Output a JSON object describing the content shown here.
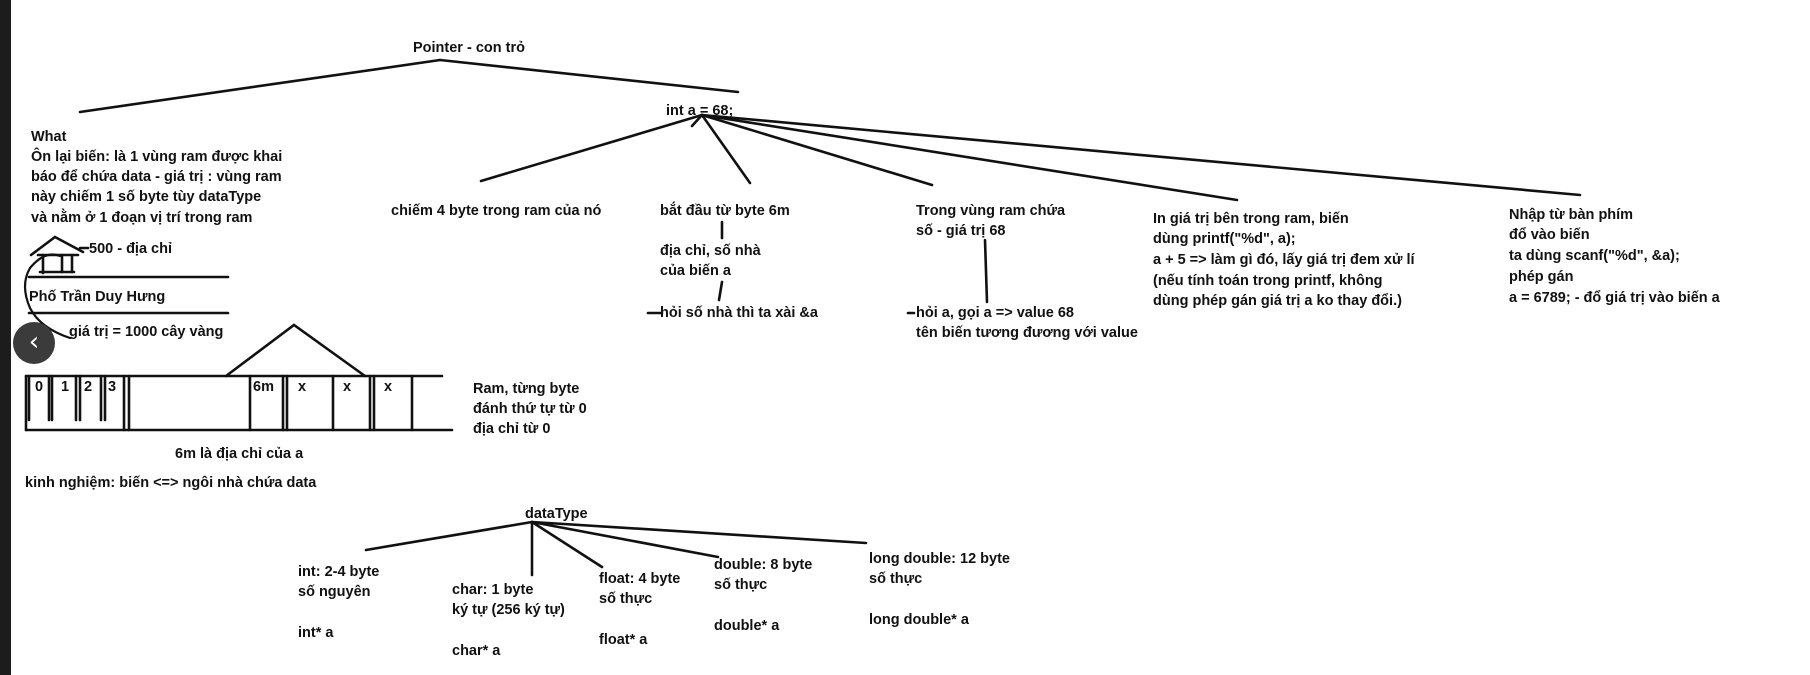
{
  "title": "Pointer - con trỏ",
  "root": "int a = 68;",
  "what": {
    "lines": [
      "What",
      "Ôn lại biến: là 1 vùng ram được khai",
      "báo để chứa data - giá trị : vùng ram",
      "này chiếm 1 số byte tùy dataType",
      "và nằm ở 1 đoạn vị trí trong ram"
    ],
    "address": "500 - địa chỉ",
    "street": "Phố Trần Duy Hưng",
    "value": "giá trị = 1000 cây vàng"
  },
  "ram": {
    "cells": [
      "0",
      "1",
      "2",
      "3",
      "6m",
      "x",
      "x",
      "x"
    ],
    "caption": [
      "Ram, từng byte",
      "đánh thứ tự từ 0",
      "địa chỉ từ 0"
    ],
    "address_note": "6m là địa chỉ của a",
    "experience": "kinh nghiệm: biến <=> ngôi nhà chứa data"
  },
  "branches": {
    "size": "chiếm 4 byte trong ram của nó",
    "start": [
      "bắt đầu từ byte 6m",
      "",
      "địa chỉ, số nhà",
      "của biến a"
    ],
    "start_ask": "hỏi số nhà thì ta xài &a",
    "contains": [
      "Trong vùng ram chứa",
      "số - giá trị 68"
    ],
    "contains_ask": [
      "hỏi a, gọi a => value 68",
      "tên biến tương đương với value"
    ],
    "print": [
      "In giá trị bên trong ram, biến",
      "dùng printf(\"%d\", a);",
      "a + 5 => làm gì đó, lấy giá trị đem xử lí",
      "(nếu tính toán trong printf, không",
      "dùng phép gán giá trị a ko thay đổi.)"
    ],
    "input": [
      "Nhập từ bàn phím",
      "đổ vào biến",
      "ta dùng scanf(\"%d\", &a);",
      "phép gán",
      "a = 6789; - đổ giá trị vào biến a"
    ]
  },
  "datatype": {
    "title": "dataType",
    "int": [
      "int: 2-4 byte",
      "số nguyên",
      "",
      "int* a"
    ],
    "char": [
      "char: 1 byte",
      "ký tự (256 ký tự)",
      "",
      "char* a"
    ],
    "float": [
      "float: 4 byte",
      "số thực",
      "",
      "float* a"
    ],
    "double": [
      "double: 8 byte",
      "số thực",
      "",
      "double* a"
    ],
    "long_double": [
      "long double: 12 byte",
      "số thực",
      "",
      "long double* a"
    ]
  },
  "nav": {
    "back_icon": "‹"
  }
}
